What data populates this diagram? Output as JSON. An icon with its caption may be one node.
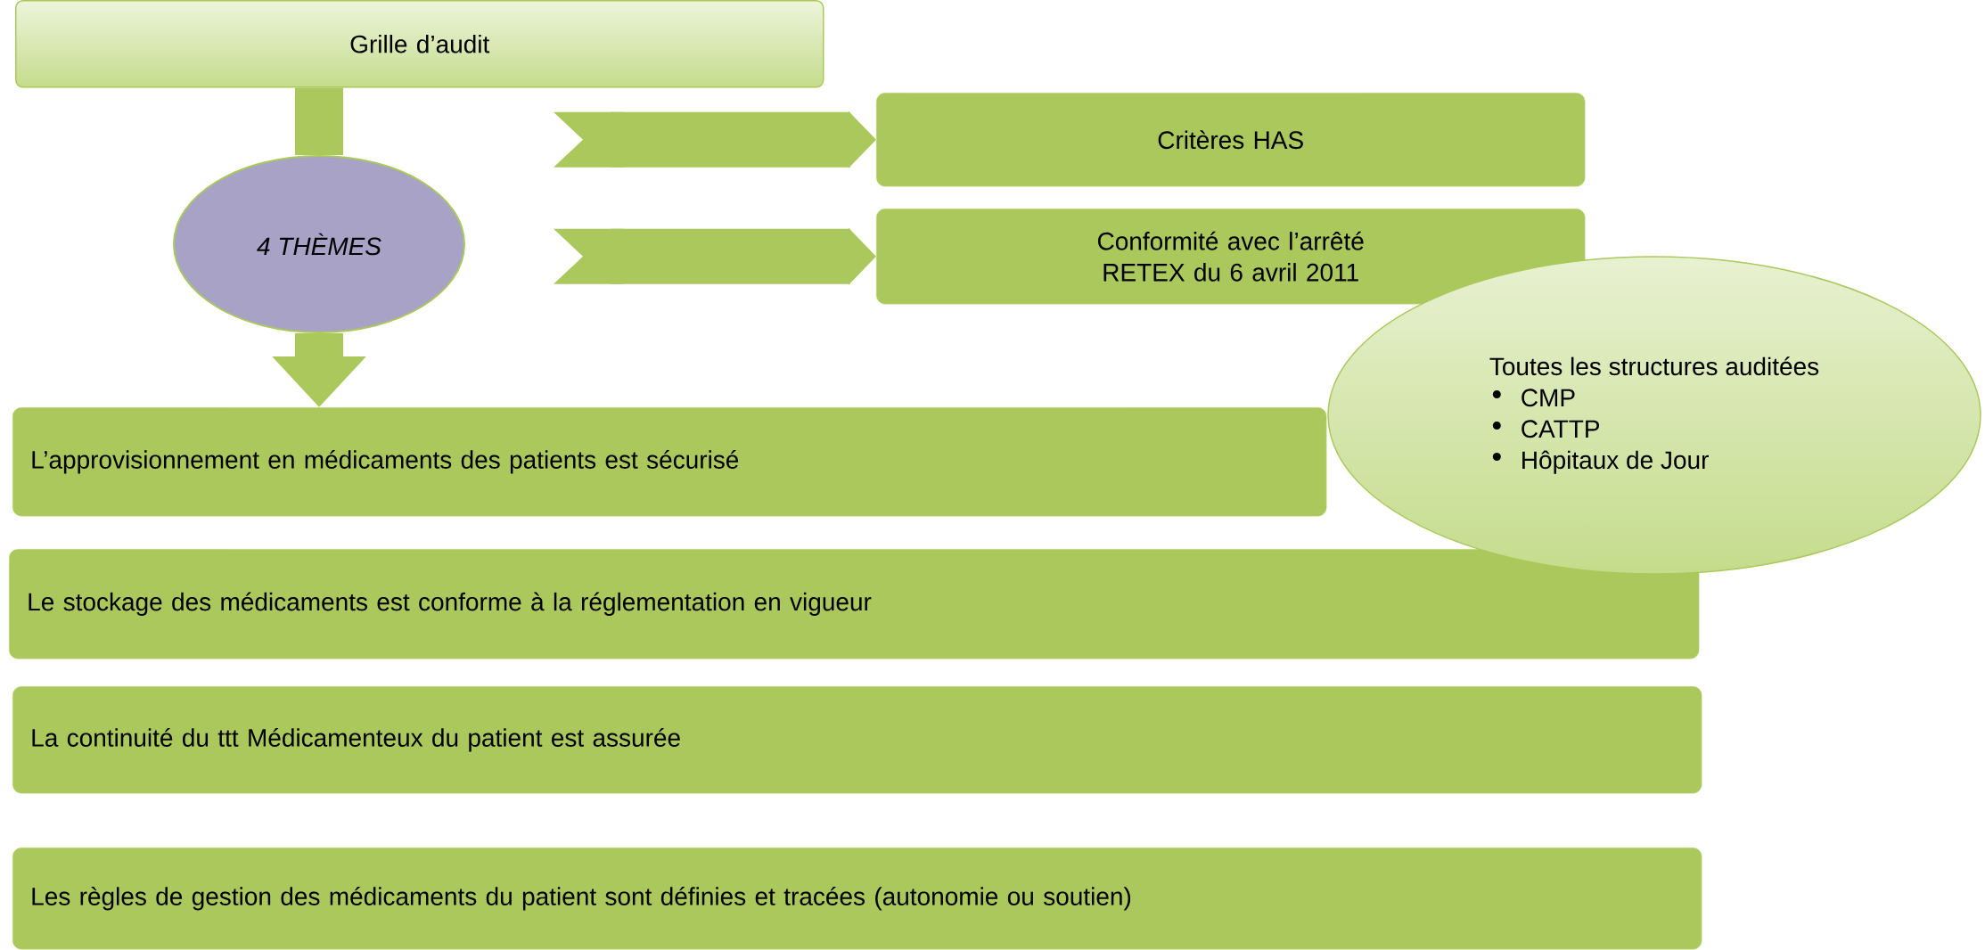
{
  "diagram": {
    "nodes": [
      {
        "text": [
          "Grille d’audit"
        ]
      },
      {
        "text": [
          "4 THÈMES"
        ]
      },
      {
        "text": [
          "Critères HAS"
        ]
      },
      {
        "text": [
          "Conformité avec l’arrêté RETEX du 6 avril 2011"
        ]
      },
      {
        "text": [
          "Toutes les structures auditées",
          "CMP",
          "CATTP",
          "Hôpitaux de Jour"
        ]
      },
      {
        "text": [
          "L’approvisionnement en médicaments des patients est sécurisé"
        ]
      },
      {
        "text": [
          "Le stockage des médicaments est conforme à la réglementation en vigueur"
        ]
      },
      {
        "text": [
          "La continuité du ttt Médicamenteux du patient est assurée"
        ]
      },
      {
        "text": [
          "Les règles de gestion des médicaments du patient sont définies et tracées (autonomie ou soutien)"
        ]
      }
    ],
    "edges": [
      {
        "from": 0,
        "to": 1,
        "arrow": "none"
      },
      {
        "from": 1,
        "to": 5,
        "arrow": "to"
      },
      {
        "from": null,
        "to": 2,
        "arrow": "to"
      },
      {
        "from": null,
        "to": 3,
        "arrow": "to"
      }
    ]
  }
}
